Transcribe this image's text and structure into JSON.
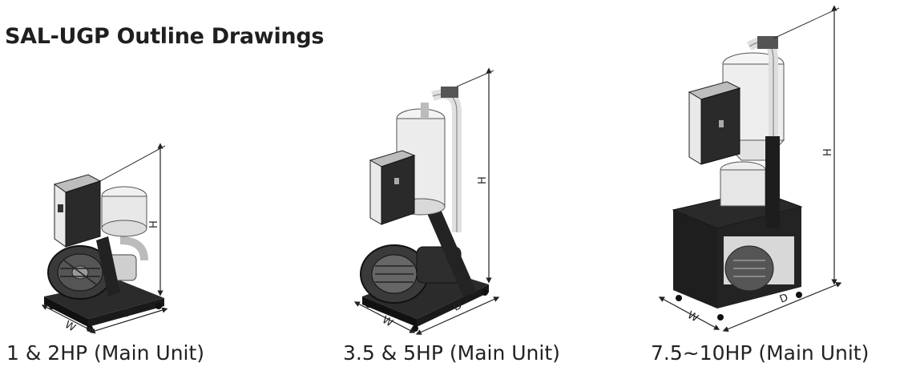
{
  "title": "SAL-UGP Outline Drawings",
  "models": [
    {
      "caption": "1 & 2HP (Main Unit)",
      "dims": {
        "h": "H",
        "w": "W",
        "d": "D"
      }
    },
    {
      "caption": "3.5 & 5HP (Main Unit)",
      "dims": {
        "h": "H",
        "w": "W",
        "d": "D"
      }
    },
    {
      "caption": "7.5~10HP (Main Unit)",
      "dims": {
        "h": "H",
        "w": "W",
        "d": "D"
      }
    }
  ]
}
